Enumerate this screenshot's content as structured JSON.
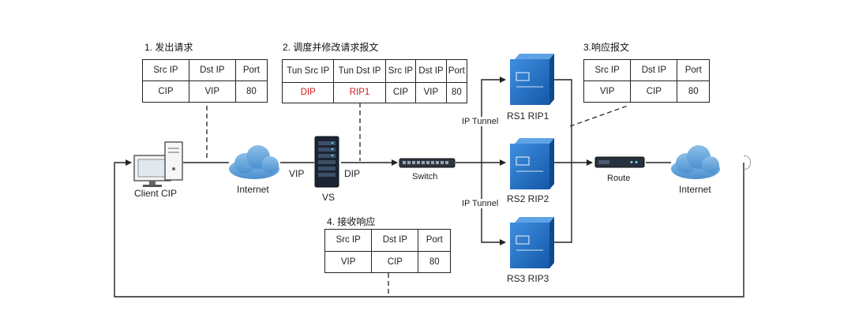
{
  "steps": {
    "s1": "1. 发出请求",
    "s2": "2. 调度并修改请求报文",
    "s3": "3.响应报文",
    "s4": "4. 接收响应"
  },
  "tables": {
    "t1": {
      "headers": [
        "Src IP",
        "Dst IP",
        "Port"
      ],
      "row": [
        "CIP",
        "VIP",
        "80"
      ]
    },
    "t2": {
      "headers": [
        "Tun Src IP",
        "Tun Dst IP",
        "Src IP",
        "Dst IP",
        "Port"
      ],
      "row": [
        "DIP",
        "RIP1",
        "CIP",
        "VIP",
        "80"
      ]
    },
    "t3": {
      "headers": [
        "Src IP",
        "Dst IP",
        "Port"
      ],
      "row": [
        "VIP",
        "CIP",
        "80"
      ]
    },
    "t4": {
      "headers": [
        "Src IP",
        "Dst IP",
        "Port"
      ],
      "row": [
        "VIP",
        "CIP",
        "80"
      ]
    }
  },
  "nodes": {
    "client": "Client CIP",
    "internet_left": "Internet",
    "vip": "VIP",
    "vs": "VS",
    "dip": "DIP",
    "switch": "Switch",
    "rs1": "RS1 RIP1",
    "rs2": "RS2 RIP2",
    "rs3": "RS3 RIP3",
    "route": "Route",
    "internet_right": "Internet"
  },
  "tunnels": {
    "upper": "IP Tunnel",
    "lower": "IP Tunnel"
  },
  "colors": {
    "server": "#1f6fc4",
    "cloud": "#5b9bd5",
    "line": "#222222",
    "highlight": "#d01c1c"
  }
}
